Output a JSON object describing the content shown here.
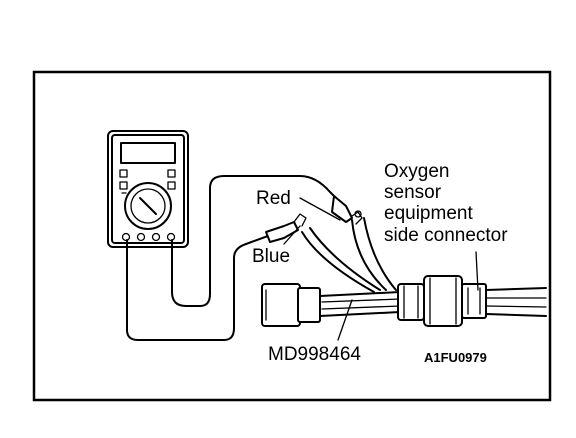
{
  "labels": {
    "connector": [
      "Oxygen",
      "sensor",
      "equipment",
      "side connector"
    ],
    "red": "Red",
    "blue": "Blue",
    "tool": "MD998464",
    "figure_code": "A1FU0979"
  },
  "colors": {
    "ink": "#000000",
    "paper": "#ffffff"
  }
}
